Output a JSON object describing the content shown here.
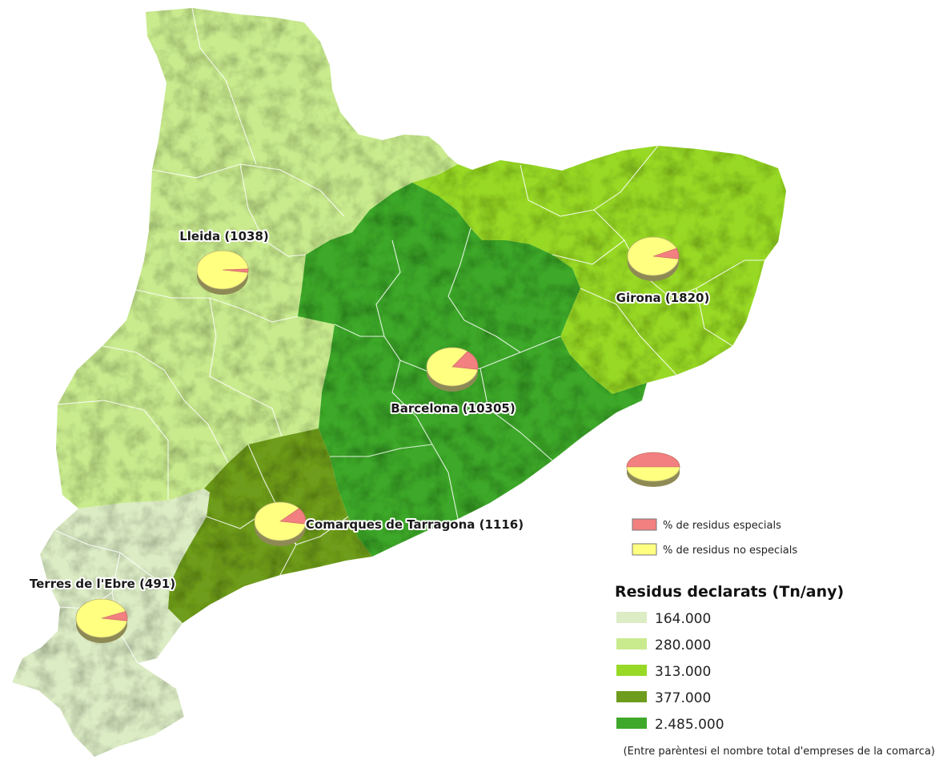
{
  "colors": {
    "class_164000": "#dcecc5",
    "class_280000": "#c9eb8e",
    "class_313000": "#98d928",
    "class_377000": "#6e9c1d",
    "class_2485000": "#3ea82b",
    "especials": "#f28080",
    "no_especials": "#ffff80",
    "pie_shadow": "#8e8a55"
  },
  "regions": [
    {
      "id": "lleida",
      "label": "Lleida (1038)",
      "class": "class_280000",
      "pct_especials": 3
    },
    {
      "id": "girona",
      "label": "Girona (1820)",
      "class": "class_313000",
      "pct_especials": 9
    },
    {
      "id": "barcelona",
      "label": "Barcelona (10305)",
      "class": "class_2485000",
      "pct_especials": 17
    },
    {
      "id": "tarragona",
      "label": "Comarques de Tarragona (1116)",
      "class": "class_377000",
      "pct_especials": 14
    },
    {
      "id": "ebre",
      "label": "Terres de l'Ebre (491)",
      "class": "class_164000",
      "pct_especials": 8
    }
  ],
  "legend": {
    "sample_pie_pct_especials": 50,
    "especials_label": "% de residus especials",
    "no_especials_label": "% de residus no especials",
    "title": "Residus declarats (Tn/any)",
    "classes": [
      {
        "color_key": "class_164000",
        "label": "164.000"
      },
      {
        "color_key": "class_280000",
        "label": "280.000"
      },
      {
        "color_key": "class_313000",
        "label": "313.000"
      },
      {
        "color_key": "class_377000",
        "label": "377.000"
      },
      {
        "color_key": "class_2485000",
        "label": "2.485.000"
      }
    ],
    "note": "(Entre parèntesi el nombre total d'empreses de la comarca)"
  }
}
